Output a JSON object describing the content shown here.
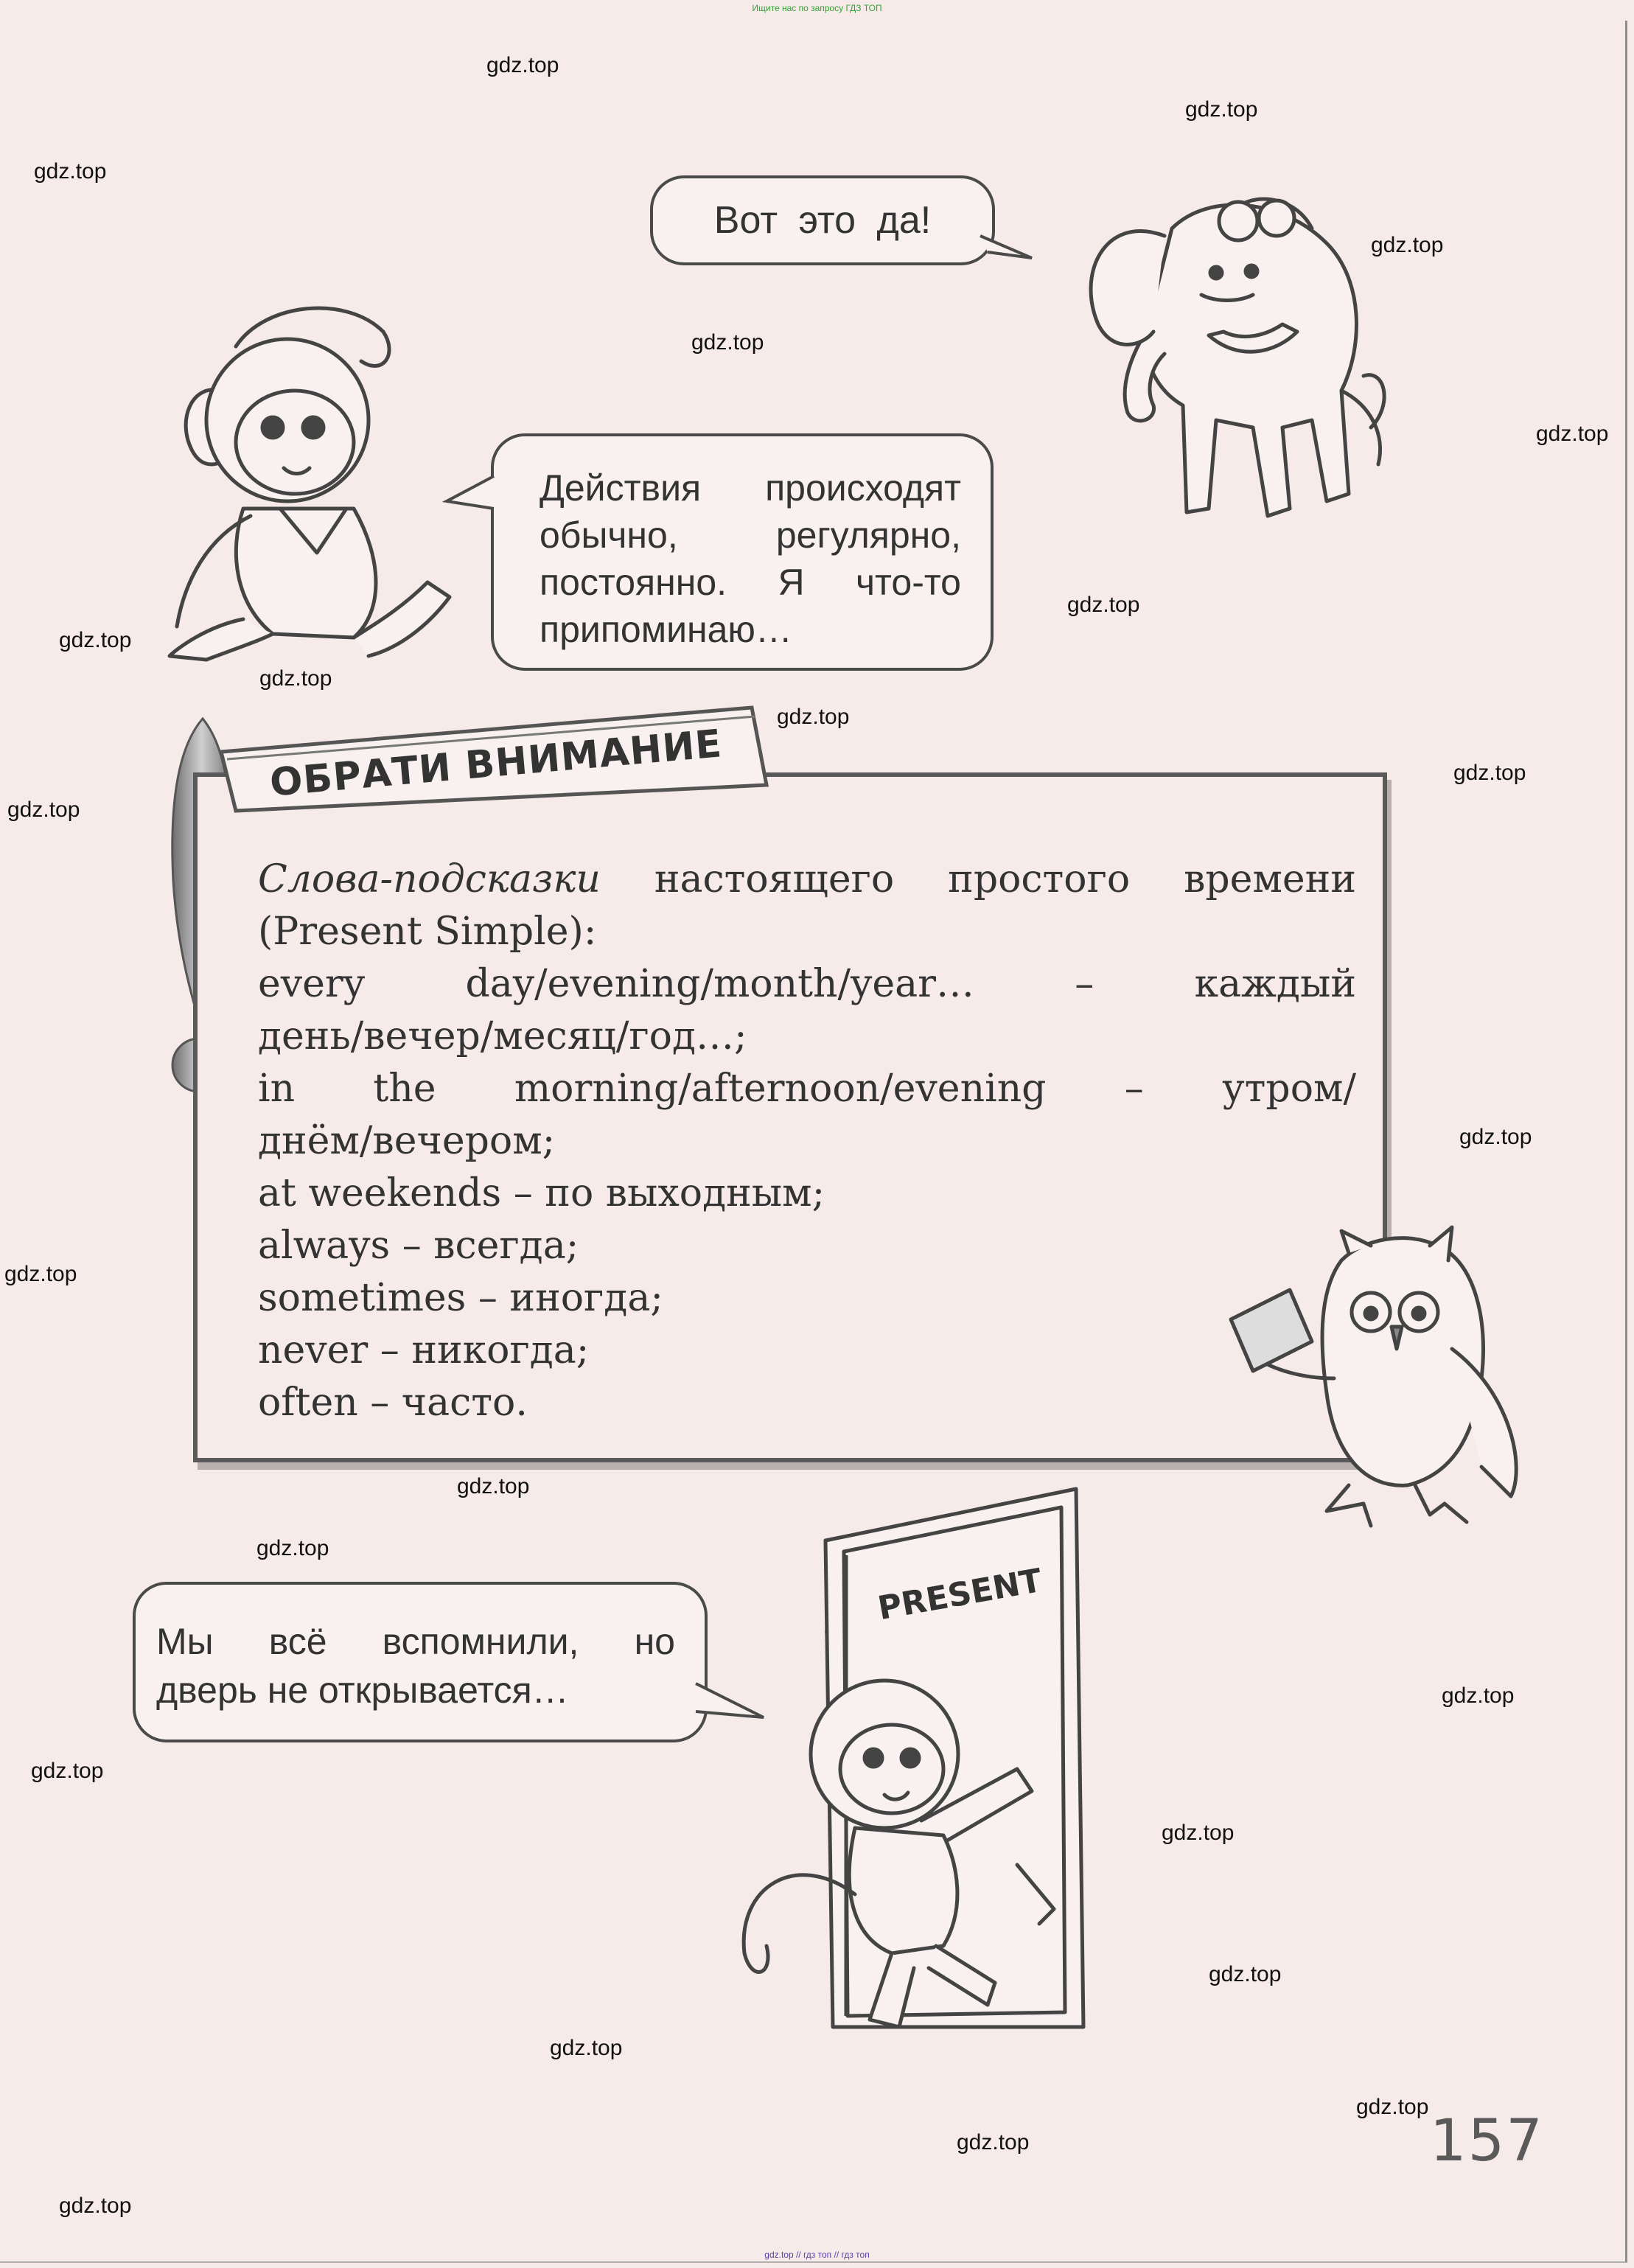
{
  "header_note": "Ищите нас по запросу ГДЗ ТОП",
  "footer_note": "gdz.top // гдз топ // гдз топ",
  "watermark": "gdz.top",
  "bubbles": {
    "elephant": "Вот это да!",
    "monkey_top": [
      "Действия происходят",
      "обычно, регулярно,",
      "постоянно. Я что-то",
      "припоминаю…"
    ],
    "monkey_bottom": [
      "Мы всё вспомнили, но",
      "дверь не открывается…"
    ]
  },
  "attention": {
    "heading": "ОБРАТИ ВНИМАНИЕ",
    "lines": [
      {
        "lead": "Слова-подсказки",
        "text": " настоящего простого времени"
      },
      {
        "text": "(Present Simple):"
      },
      {
        "text": "every day/evening/month/year… – каждый"
      },
      {
        "text": "день/вечер/месяц/год…;"
      },
      {
        "text": "in the morning/afternoon/evening – утром/"
      },
      {
        "text": "днём/вечером;"
      },
      {
        "text": "at weekends – по выходным;"
      },
      {
        "text": "always – всегда;"
      },
      {
        "text": "sometimes – иногда;"
      },
      {
        "text": "never – никогда;"
      },
      {
        "text": "often – часто."
      }
    ]
  },
  "door_sign": "PRESENT",
  "page_number": "157"
}
